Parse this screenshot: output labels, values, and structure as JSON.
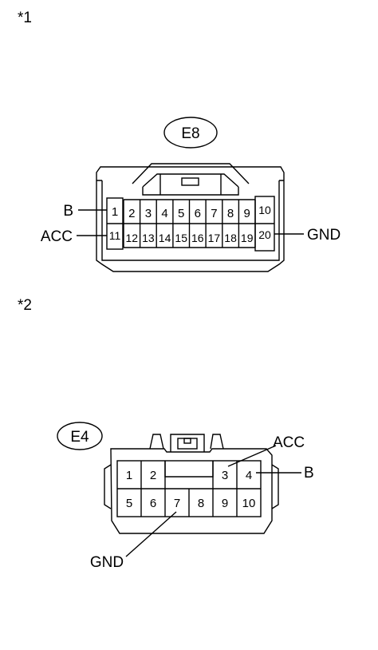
{
  "sections": [
    {
      "marker": "*1",
      "connector_id": "E8",
      "top_row_pins": [
        "1",
        "2",
        "3",
        "4",
        "5",
        "6",
        "7",
        "8",
        "9",
        "10"
      ],
      "bottom_row_pins": [
        "11",
        "12",
        "13",
        "14",
        "15",
        "16",
        "17",
        "18",
        "19",
        "20"
      ],
      "labels": {
        "b": "B",
        "acc": "ACC",
        "gnd": "GND"
      }
    },
    {
      "marker": "*2",
      "connector_id": "E4",
      "top_row_pins": [
        "1",
        "2",
        "3",
        "4"
      ],
      "bottom_row_pins": [
        "5",
        "6",
        "7",
        "8",
        "9",
        "10"
      ],
      "labels": {
        "acc": "ACC",
        "b": "B",
        "gnd": "GND"
      }
    }
  ]
}
